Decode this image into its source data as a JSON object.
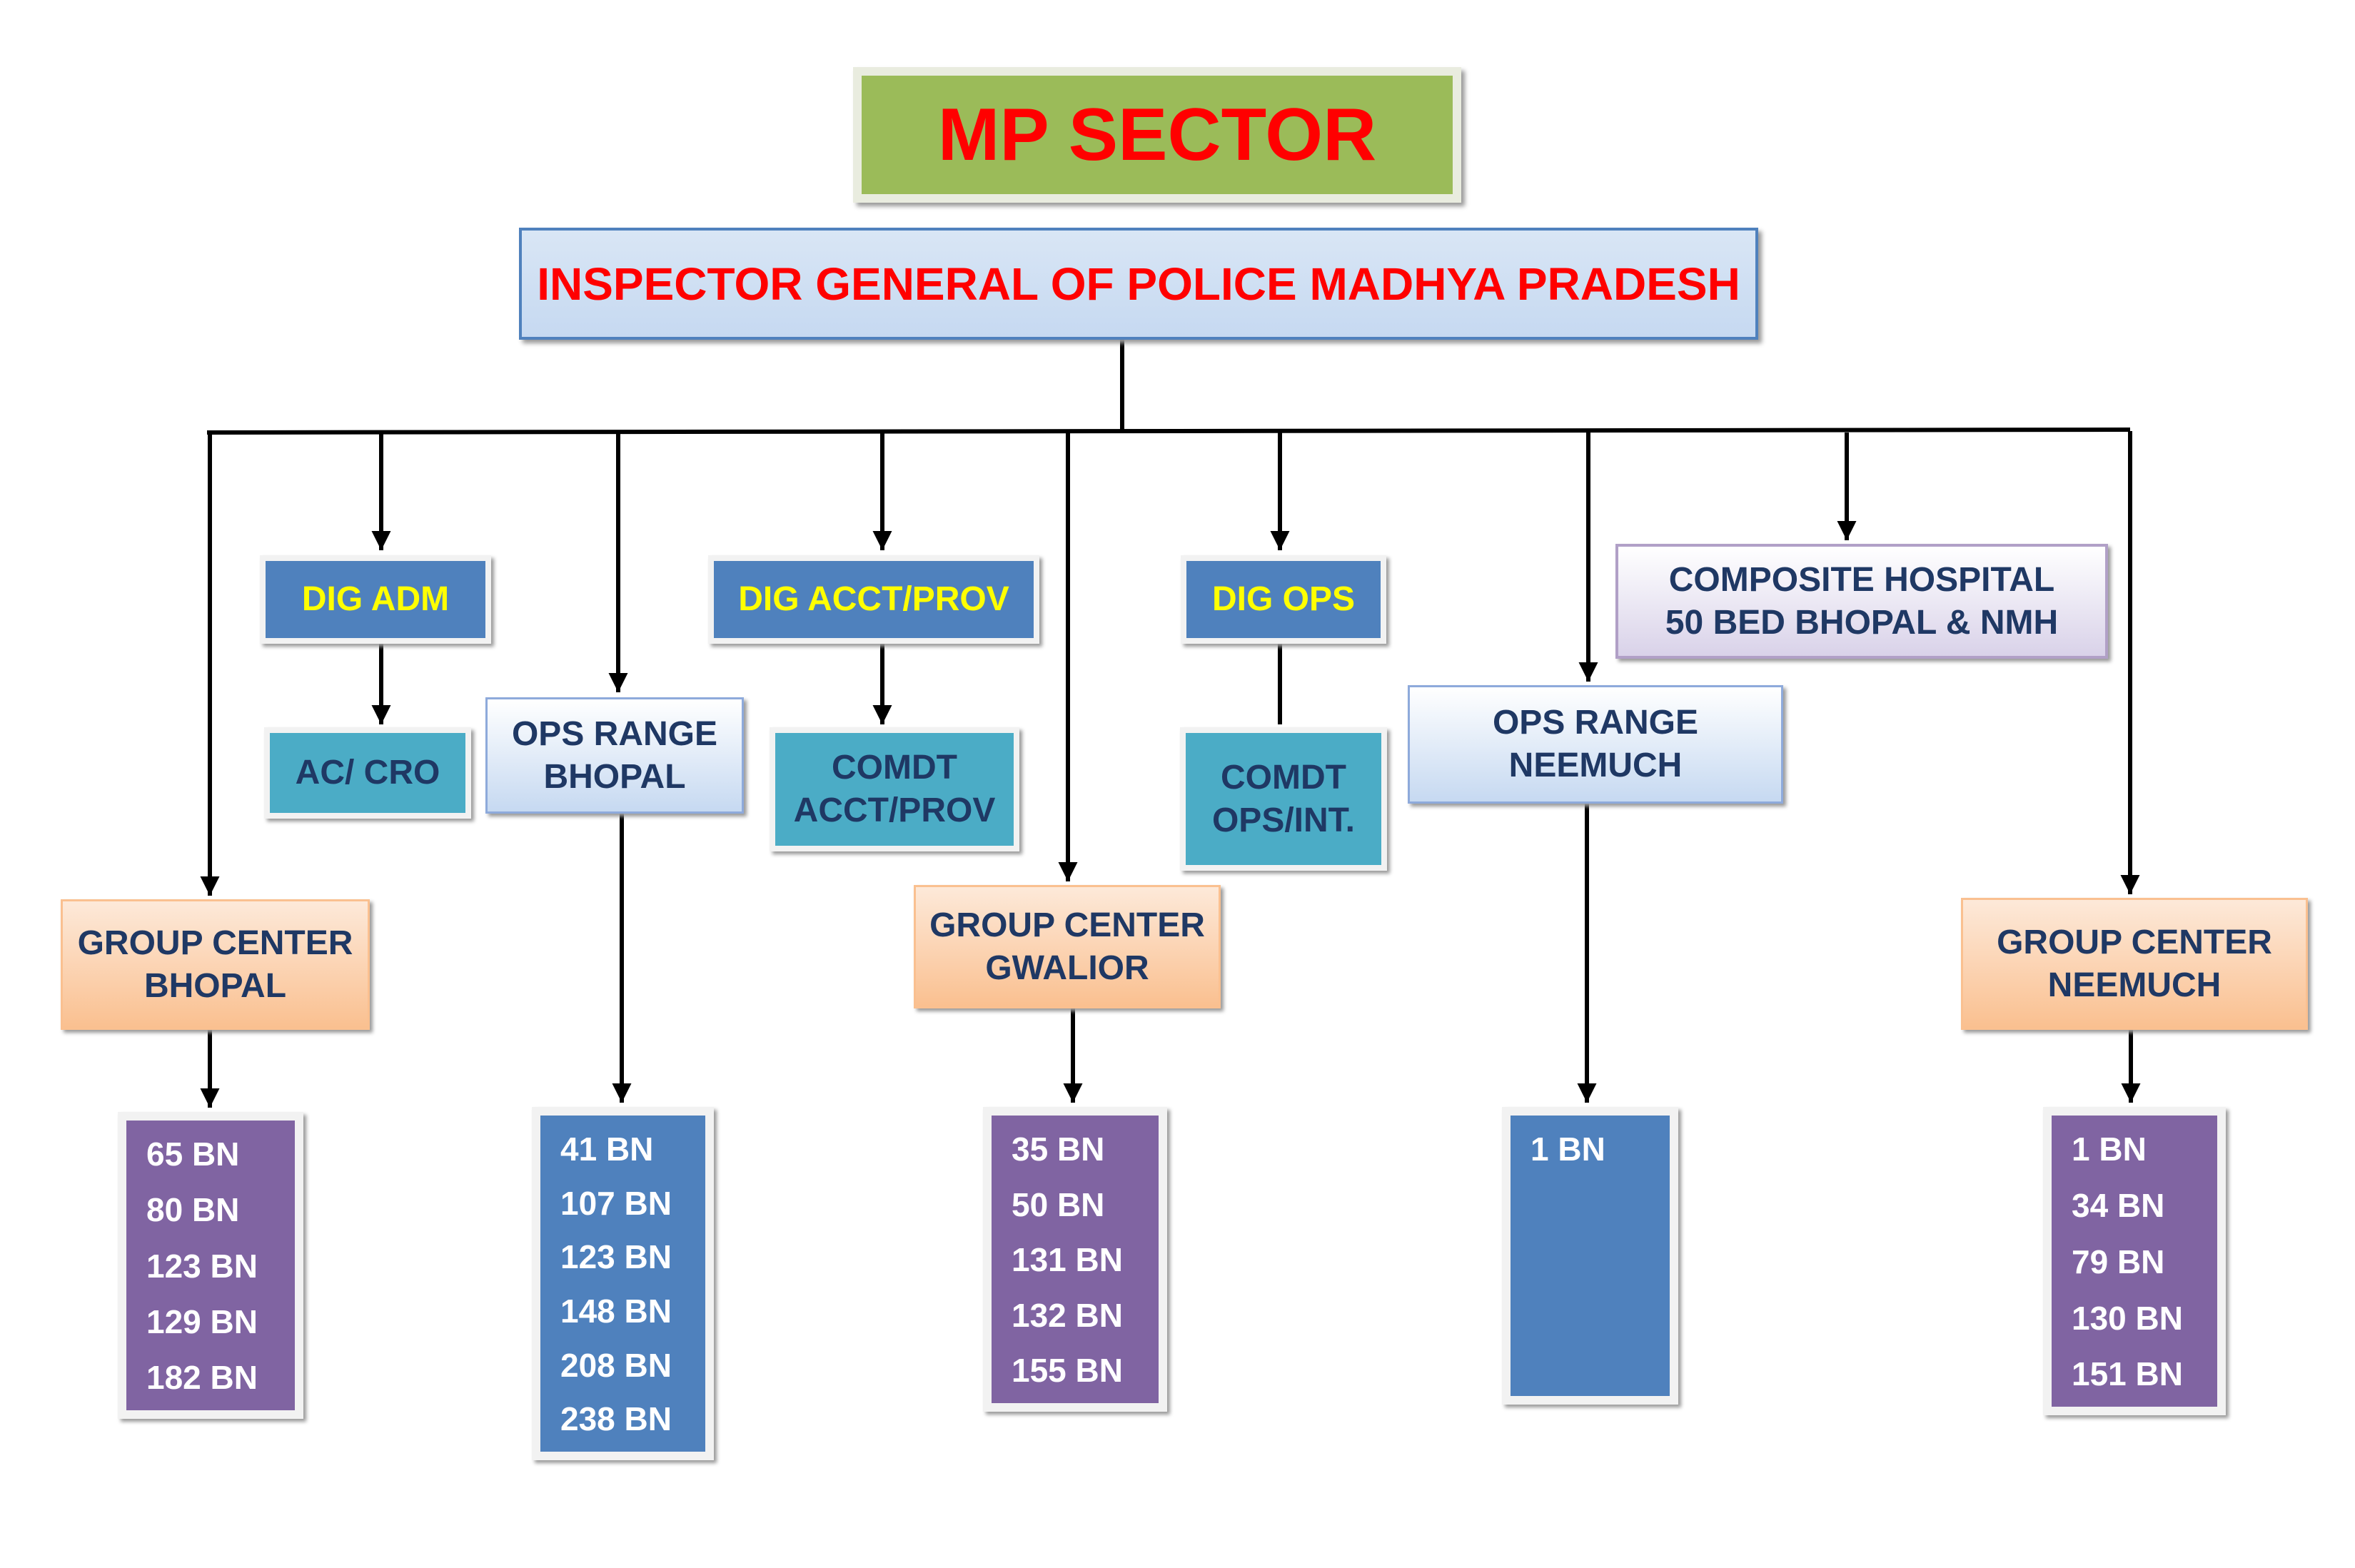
{
  "title": "MP SECTOR",
  "head": "INSPECTOR GENERAL OF POLICE MADHYA PRADESH",
  "dig_adm": "DIG ADM",
  "dig_acct": "DIG ACCT/PROV",
  "dig_ops": "DIG OPS",
  "hospital": [
    "COMPOSITE HOSPITAL",
    "50 BED BHOPAL &  NMH"
  ],
  "ac_cro": "AC/ CRO",
  "comdt_acct": [
    "COMDT",
    "ACCT/PROV"
  ],
  "comdt_ops": [
    "COMDT",
    "OPS/INT."
  ],
  "ops_range_bhopal": [
    "OPS RANGE",
    "BHOPAL"
  ],
  "ops_range_neemuch": [
    "OPS RANGE",
    "NEEMUCH"
  ],
  "gc_bhopal": [
    "GROUP CENTER",
    "BHOPAL"
  ],
  "gc_gwalior": [
    "GROUP CENTER",
    "GWALIOR"
  ],
  "gc_neemuch": [
    "GROUP CENTER",
    "NEEMUCH"
  ],
  "units_gc_bhopal": [
    "65 BN",
    "80 BN",
    "123 BN",
    "129 BN",
    "182 BN"
  ],
  "units_ops_bhopal": [
    "41 BN",
    "107 BN",
    "123 BN",
    "148 BN",
    "208 BN",
    "238 BN"
  ],
  "units_gc_gwalior": [
    "35 BN",
    "50 BN",
    "131 BN",
    "132 BN",
    "155 BN"
  ],
  "units_ops_neemuch": [
    "1 BN"
  ],
  "units_gc_neemuch": [
    "1 BN",
    "34 BN",
    "79 BN",
    "130 BN",
    "151 BN"
  ],
  "colors": {
    "title_fill": "#9bbb59",
    "title_text": "#ff0000",
    "dig_fill": "#4f81bd",
    "dig_text": "#ffff00",
    "teal_fill": "#4bacc6",
    "group_fill": "#fac090",
    "unit_purple": "#8064a2",
    "unit_blue": "#4f81bd",
    "node_text": "#1f3864"
  }
}
